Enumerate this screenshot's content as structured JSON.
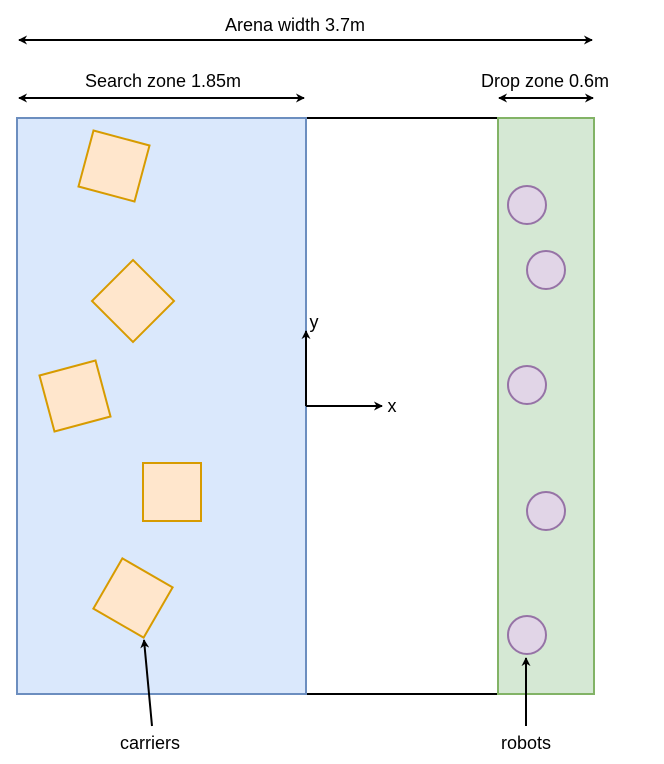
{
  "labels": {
    "arena_width": "Arena width 3.7m",
    "search_zone": "Search zone 1.85m",
    "drop_zone": "Drop zone 0.6m",
    "axis_x": "x",
    "axis_y": "y",
    "carriers": "carriers",
    "robots": "robots"
  },
  "colors": {
    "search_fill": "#dae8fc",
    "search_stroke": "#6c8ebf",
    "drop_fill": "#d5e8d4",
    "drop_stroke": "#82b366",
    "carrier_fill": "#ffe6cc",
    "carrier_stroke": "#d79b00",
    "robot_fill": "#e1d5e7",
    "robot_stroke": "#9673a6"
  },
  "carrier_count": 5,
  "robot_count": 5
}
